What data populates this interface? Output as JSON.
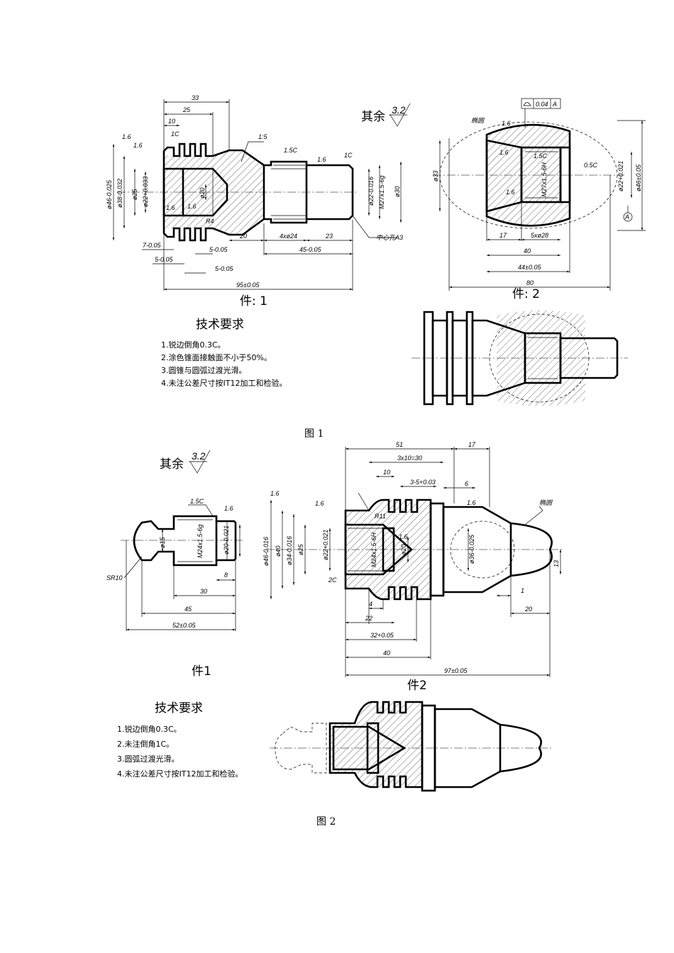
{
  "figure1": {
    "caption": "图 1",
    "roughness_note": {
      "label": "其余",
      "value": "3.2"
    },
    "part1": {
      "label": "件: 1",
      "dims": {
        "d33": "33",
        "d25": "25",
        "d10": "10",
        "c1a": "1C",
        "r16a": "1.6",
        "r16b": "1.6",
        "taper": "1:5",
        "c15": "1.5C",
        "c1b": "1C",
        "r16c": "1.6",
        "phi46": "ø46-0.025",
        "phi38": "ø38-0.032",
        "phi25": "ø25",
        "phi22": "ø22+0.033",
        "phi20": "ø20",
        "r16d": "1.6",
        "r16e": "1.6",
        "r4": "R4",
        "phi22b": "ø22-0.016",
        "m27": "M27x1.5-6g",
        "phi30": "ø30",
        "d20": "20",
        "d4x24": "4xø24",
        "d23": "23",
        "center_hole": "中心孔A3",
        "d7": "7-0.05",
        "d5a": "5-0.05",
        "d5b": "5-0.05",
        "d5c": "5-0.05",
        "d45": "45-0.05",
        "d95": "95±0.05"
      }
    },
    "part2": {
      "label": "件: 2",
      "dims": {
        "ellipse": "椭圆",
        "r16a": "1.6",
        "r16b": "1.6",
        "r16c": "1.6",
        "flat_val": "0.04",
        "datum": "A",
        "c15": "1.5C",
        "c05": "0.5C",
        "m27": "M27x1.5-6H",
        "phi22": "ø22+0.021",
        "phi46": "ø46±0.05",
        "phi33": "ø33",
        "d17": "17",
        "d5x28": "5xø28",
        "d40": "40",
        "d44": "44±0.05",
        "d80": "80"
      }
    },
    "requirements": {
      "title": "技术要求",
      "items": [
        "1.锐边倒角0.3C。",
        "2.涂色锥面接触面不小于50%。",
        "3.圆锥与圆弧过渡光滑。",
        "4.未注公差尺寸按IT12加工和检验。"
      ]
    }
  },
  "figure2": {
    "caption": "图 2",
    "roughness_note": {
      "label": "其余",
      "value": "3.2"
    },
    "part1": {
      "label": "件1",
      "dims": {
        "c15": "1.5C",
        "r16": "1.6",
        "phi15": "ø15",
        "m24": "M24x1.5-6g",
        "phi20": "ø20-0.021",
        "sr10": "SR10",
        "d8": "8",
        "d30": "30",
        "d45": "45",
        "d52": "52±0.05"
      }
    },
    "part2": {
      "label": "件2",
      "dims": {
        "d51": "51",
        "d17": "17",
        "d3x10": "3x10=30",
        "d10": "10",
        "d3": "3-5+0.03",
        "d6": "6",
        "r16a": "1.6",
        "r16b": "1.6",
        "r16c": "1.6",
        "r16d": "1.6",
        "r11": "R11",
        "ellipse": "椭圆",
        "phi46": "ø46-0.016",
        "phi40": "ø40",
        "phi34": "ø34-0.016",
        "phi25": "ø25",
        "phi22": "ø22+0.021",
        "m24": "M24x1.5-6H",
        "phi20": "ø20",
        "c2": "2C",
        "phi36": "ø36-0.025",
        "d13": "13",
        "d1": "1",
        "d4": "4",
        "d22": "22",
        "d32": "32+0.05",
        "d20": "20",
        "d40": "40",
        "d97": "97±0.05"
      }
    },
    "requirements": {
      "title": "技术要求",
      "items": [
        "1.锐边倒角0.3C。",
        "2.未注倒角1C。",
        "3.圆弧过渡光滑。",
        "4.未注公差尺寸按IT12加工和检验。"
      ]
    }
  }
}
